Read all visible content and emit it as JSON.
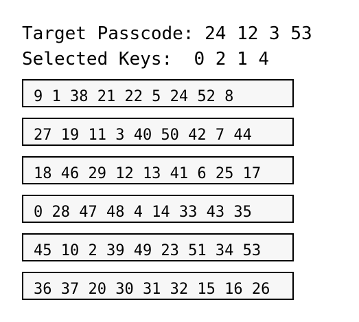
{
  "header": {
    "target_label": "Target Passcode:",
    "target_value": "24 12 3 53",
    "selected_label": "Selected Keys:",
    "selected_value": "0 2 1 4"
  },
  "rows": [
    "9 1 38 21 22 5 24 52 8",
    "27 19 11 3 40 50 42 7 44",
    "18 46 29 12 13 41 6 25 17",
    "0 28 47 48 4 14 33 43 35",
    "45 10 2 39 49 23 51 34 53",
    "36 37 20 30 31 32 15 16 26"
  ],
  "colors": {
    "row_background": "#f7f7f7",
    "row_border": "#000000",
    "text": "#000000",
    "page_background": "#ffffff"
  }
}
